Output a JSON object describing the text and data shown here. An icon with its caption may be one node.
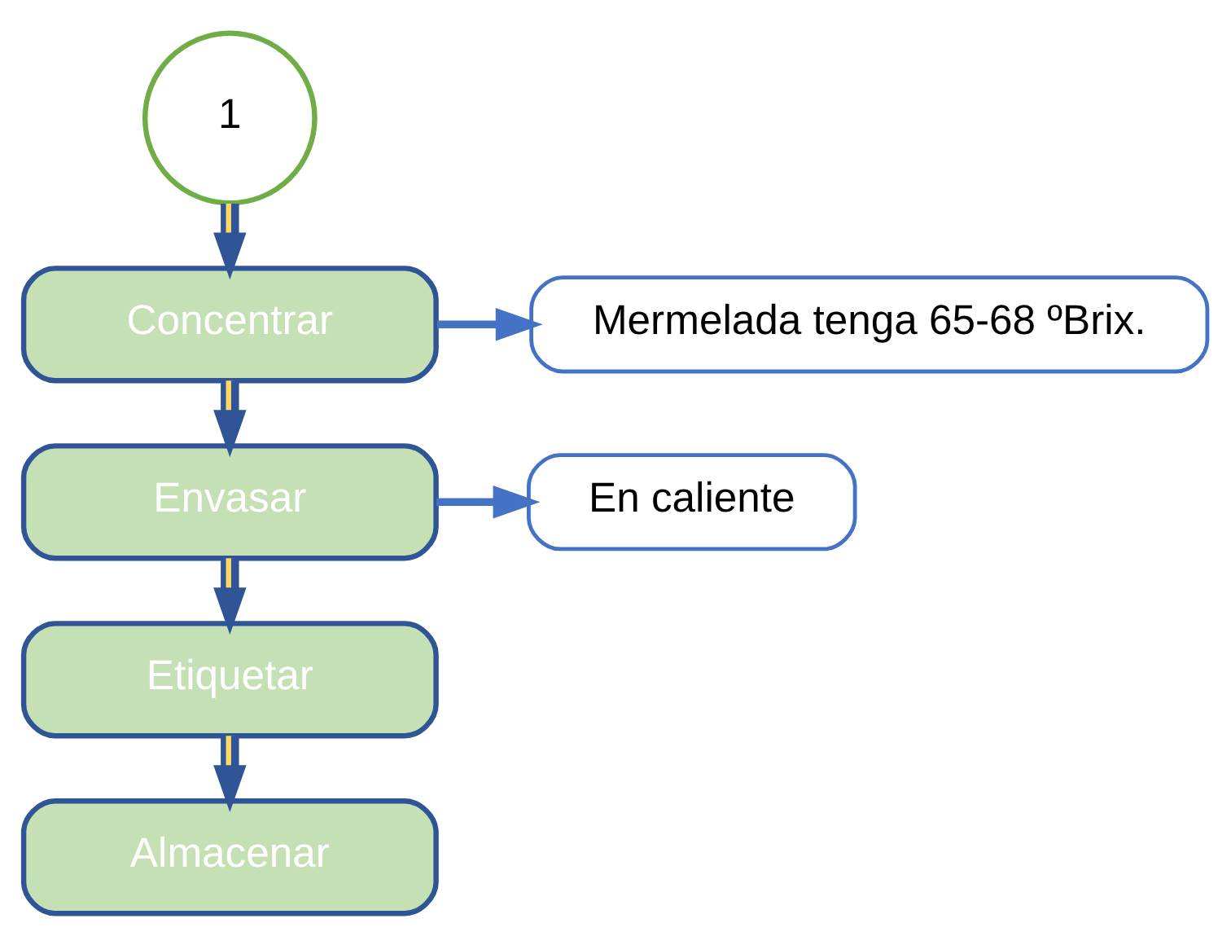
{
  "diagram": {
    "nodes": [
      {
        "text": [
          "1"
        ]
      },
      {
        "text": [
          "Concentrar"
        ]
      },
      {
        "text": [
          "Mermelada tenga 65-68 ºBrix."
        ]
      },
      {
        "text": [
          "Envasar"
        ]
      },
      {
        "text": [
          "En caliente"
        ]
      },
      {
        "text": [
          "Etiquetar"
        ]
      },
      {
        "text": [
          "Almacenar"
        ]
      }
    ],
    "edges": [
      {
        "from": 0,
        "to": 1,
        "arrow": "to"
      },
      {
        "from": 1,
        "to": 2,
        "arrow": "to",
        "color": "#4472c4"
      },
      {
        "from": 1,
        "to": 3,
        "arrow": "to"
      },
      {
        "from": 3,
        "to": 4,
        "arrow": "to",
        "color": "#4472c4"
      },
      {
        "from": 3,
        "to": 5,
        "arrow": "to"
      },
      {
        "from": 5,
        "to": 6,
        "arrow": "to"
      }
    ]
  }
}
